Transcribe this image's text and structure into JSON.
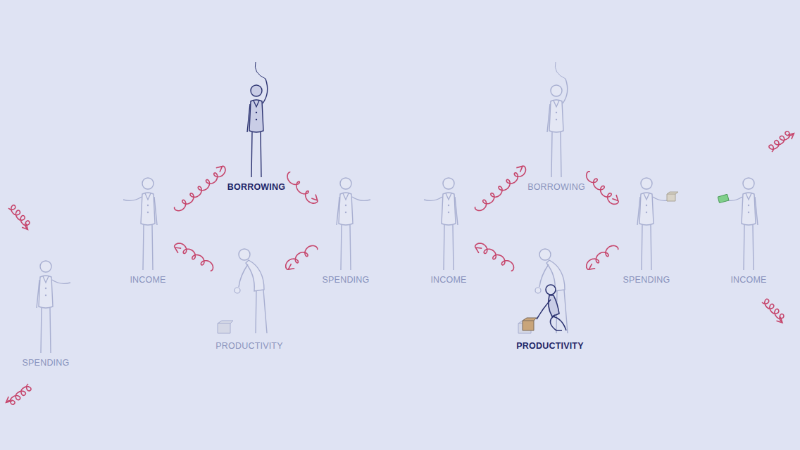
{
  "diagram": {
    "nodes": [
      {
        "text": [
          "BORROWING"
        ]
      },
      {
        "text": [
          "BORROWING"
        ]
      },
      {
        "text": [
          "INCOME"
        ]
      },
      {
        "text": [
          "SPENDING"
        ]
      },
      {
        "text": [
          "INCOME"
        ]
      },
      {
        "text": [
          "SPENDING"
        ]
      },
      {
        "text": [
          "INCOME"
        ]
      },
      {
        "text": [
          "PRODUCTIVITY"
        ]
      },
      {
        "text": [
          "PRODUCTIVITY"
        ]
      },
      {
        "text": [
          "SPENDING"
        ]
      }
    ],
    "edges": [
      {
        "from": 2,
        "to": 0,
        "arrow": "to"
      },
      {
        "from": 0,
        "to": 3,
        "arrow": "to"
      },
      {
        "from": 3,
        "to": 7,
        "arrow": "to"
      },
      {
        "from": 7,
        "to": 2,
        "arrow": "to"
      },
      {
        "from": 4,
        "to": 1,
        "arrow": "to"
      },
      {
        "from": 1,
        "to": 5,
        "arrow": "to"
      },
      {
        "from": 5,
        "to": 8,
        "arrow": "to"
      },
      {
        "from": 8,
        "to": 4,
        "arrow": "to"
      }
    ]
  }
}
